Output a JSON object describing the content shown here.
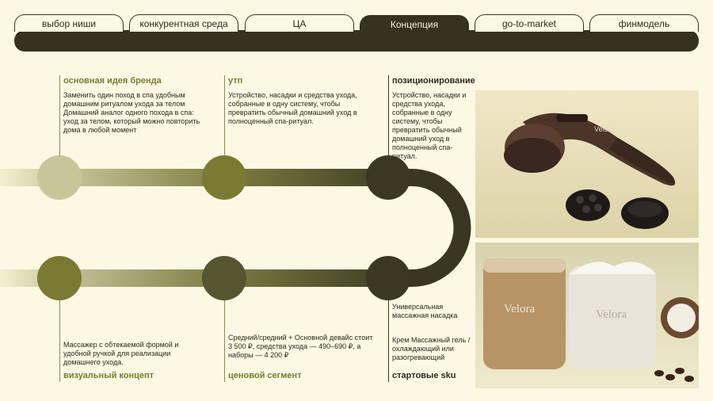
{
  "tabs": [
    {
      "label": "выбор ниши",
      "active": false
    },
    {
      "label": "конкурентная среда",
      "active": false
    },
    {
      "label": "ЦА",
      "active": false
    },
    {
      "label": "Концепция",
      "active": true
    },
    {
      "label": "go-to-market",
      "active": false
    },
    {
      "label": "финмодель",
      "active": false
    }
  ],
  "brand_idea": {
    "title": "основная идея бренда",
    "text": "Заменить один поход в спа удобным домашним ритуалом ухода за телом Домашний аналог одного похода в спа: уход за телом, который можно повторить дома в любой момент"
  },
  "utp": {
    "title": "утп",
    "text": "Устройство, насадки и средства ухода, собранные в одну систему, чтобы превратить обычный домашний уход в полноценный спа-ритуал."
  },
  "positioning": {
    "title": "позиционирование",
    "text": "Устройство, насадки и средства ухода, собранные в одну систему, чтобы превратить обычный домашний уход в полноценный спа-ритуал."
  },
  "visual_concept": {
    "title": "визуальный концепт",
    "text": "Массажер с обтекаемой формой и удобной ручкой для реализации домашнего ухода."
  },
  "price_segment": {
    "title": "ценовой сегмент",
    "text": "Средний/средний + Основной девайс стоит 3 500 ₽, средства ухода — 490–690 ₽, а наборы — 4 200 ₽"
  },
  "starter_sku": {
    "title": "стартовые sku",
    "attachment": "Универсальная массажная насадка",
    "cream": "Крем Массажный гель / охлаждающий или разогревающий"
  },
  "product": {
    "brand": "Velora"
  },
  "colors": {
    "dark": "#36321f",
    "olive": "#7a7a2c",
    "cream": "#fdf8e4"
  }
}
